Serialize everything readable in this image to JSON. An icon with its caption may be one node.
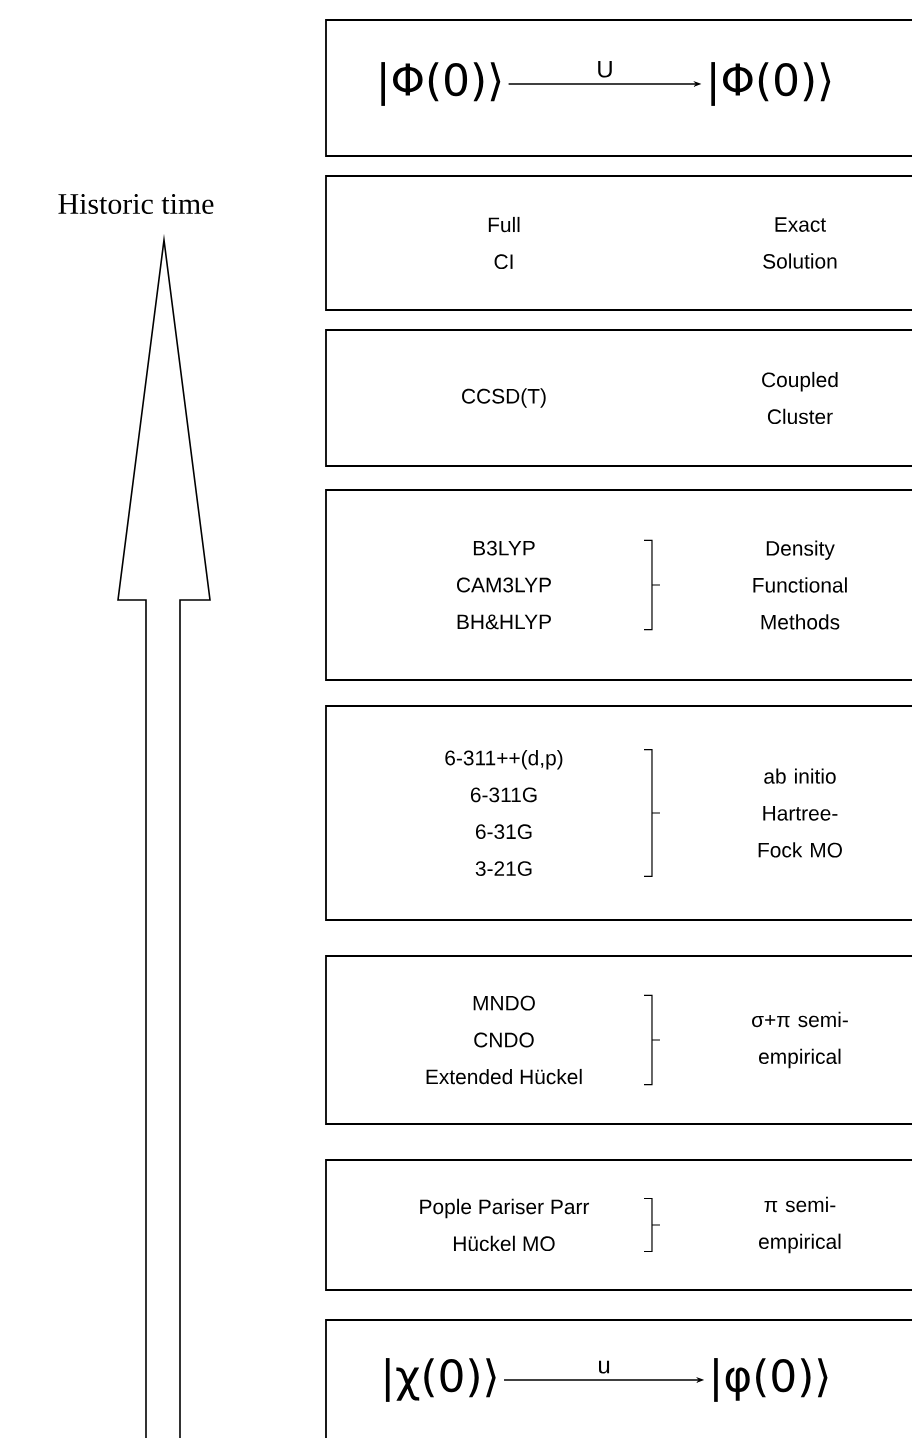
{
  "diagram": {
    "nodes": [
      {
        "text": [],
        "shape": "box"
      },
      {
        "text": [
          "|Φ(0)⟩"
        ],
        "in": 0
      },
      {
        "text": [
          "|Φ(0)⟩"
        ],
        "in": 0
      },
      {
        "text": [
          "Full CI",
          "Exact Solution"
        ]
      },
      {
        "text": [
          "CCSD(T)",
          "Coupled Cluster"
        ]
      },
      {
        "text": [
          "B3LYP",
          "CAM3LYP",
          "BH&HLYP",
          "Density Functional Methods"
        ]
      },
      {
        "text": [
          "6-311++(d,p)",
          "6-311G",
          "6-31G",
          "3-21G",
          "ab initio Hartree-Fock MO"
        ]
      },
      {
        "text": [
          "MNDO",
          "CNDO",
          "Extended Hückel",
          "σ+π semi- empirical"
        ]
      },
      {
        "text": [
          "Pople Pariser Parr",
          "Hückel MO",
          "π semi- empirical"
        ]
      },
      {
        "text": [],
        "shape": "box"
      },
      {
        "text": [
          "|χ(0)⟩"
        ],
        "in": 9
      },
      {
        "text": [
          "|φ(0)⟩"
        ],
        "in": 9
      }
    ],
    "edges": [
      {
        "from": 1,
        "to": 2,
        "arrow": "to",
        "label": "U"
      },
      {
        "from": 10,
        "to": 11,
        "arrow": "to",
        "label": "u"
      }
    ],
    "labels": [
      "Historic time"
    ]
  }
}
